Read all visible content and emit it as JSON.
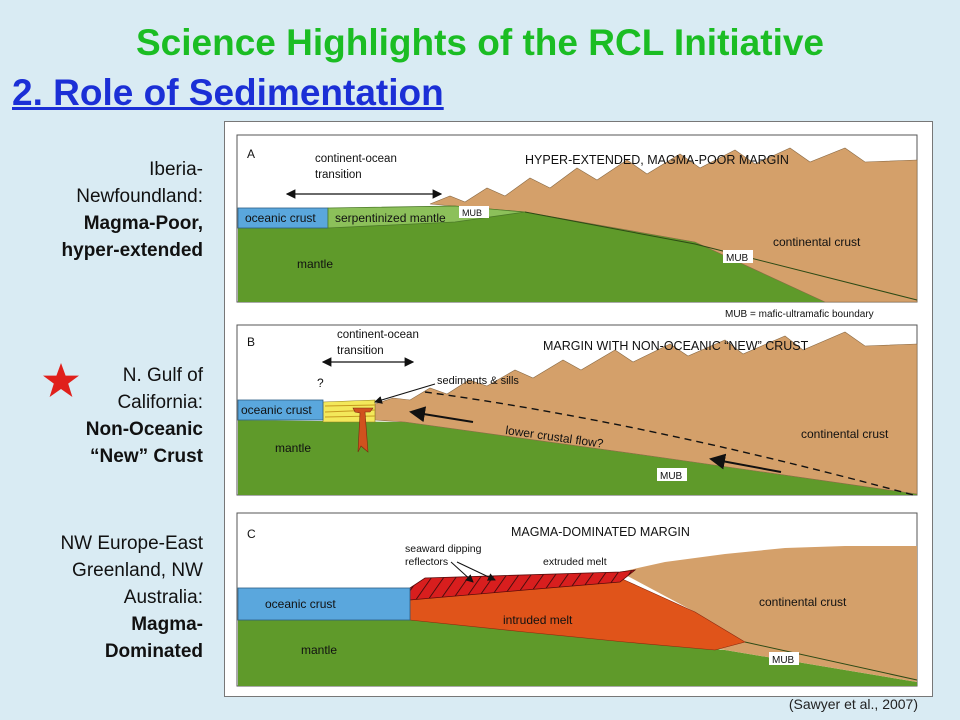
{
  "header": {
    "title": "Science Highlights of the RCL Initiative",
    "subtitle": "2. Role of Sedimentation"
  },
  "labels": {
    "iberia": {
      "line1": "Iberia-",
      "line2": "Newfoundland:",
      "bold1": "Magma-Poor,",
      "bold2": "hyper-extended"
    },
    "gulf": {
      "line1": "N. Gulf of",
      "line2": "California:",
      "bold1": "Non-Oceanic",
      "bold2": "“New” Crust"
    },
    "nweurope": {
      "line1": "NW Europe-East",
      "line2": "Greenland,  NW",
      "line3": "Australia:",
      "bold1": "Magma-",
      "bold2": "Dominated"
    }
  },
  "panels": {
    "a": {
      "letter": "A",
      "heading": "HYPER-EXTENDED, MAGMA-POOR MARGIN",
      "cot1": "continent-ocean",
      "cot2": "transition",
      "oceanic": "oceanic crust",
      "serpentinized": "serpentinized mantle",
      "mub_small": "MUB",
      "mub": "MUB",
      "continental": "continental crust",
      "mantle": "mantle",
      "legend": "MUB = mafic-ultramafic boundary"
    },
    "b": {
      "letter": "B",
      "heading": "MARGIN WITH NON-OCEANIC “NEW” CRUST",
      "cot1": "continent-ocean",
      "cot2": "transition",
      "question": "?",
      "sediments": "sediments & sills",
      "oceanic": "oceanic crust",
      "flow": "lower crustal flow?",
      "continental": "continental crust",
      "mantle": "mantle",
      "mub": "MUB"
    },
    "c": {
      "letter": "C",
      "heading": "MAGMA-DOMINATED MARGIN",
      "sdr1": "seaward dipping",
      "sdr2": "reflectors",
      "extruded": "extruded melt",
      "oceanic": "oceanic crust",
      "intruded": "intruded melt",
      "continental": "continental crust",
      "mantle": "mantle",
      "mub": "MUB"
    }
  },
  "credit": "(Sawyer et al., 2007)",
  "colors": {
    "title": "#1bbd23",
    "subtitle": "#1b2fd6",
    "background": "#d9ebf3",
    "mantle": "#5f9a2a",
    "continental": "#d4a06a",
    "oceanic": "#5aa7dd",
    "serpentinized": "#8cc05a",
    "melt": "#e0541a",
    "extruded": "#d81e1e",
    "sediment": "#f3e85a",
    "star": "#e0201b"
  }
}
